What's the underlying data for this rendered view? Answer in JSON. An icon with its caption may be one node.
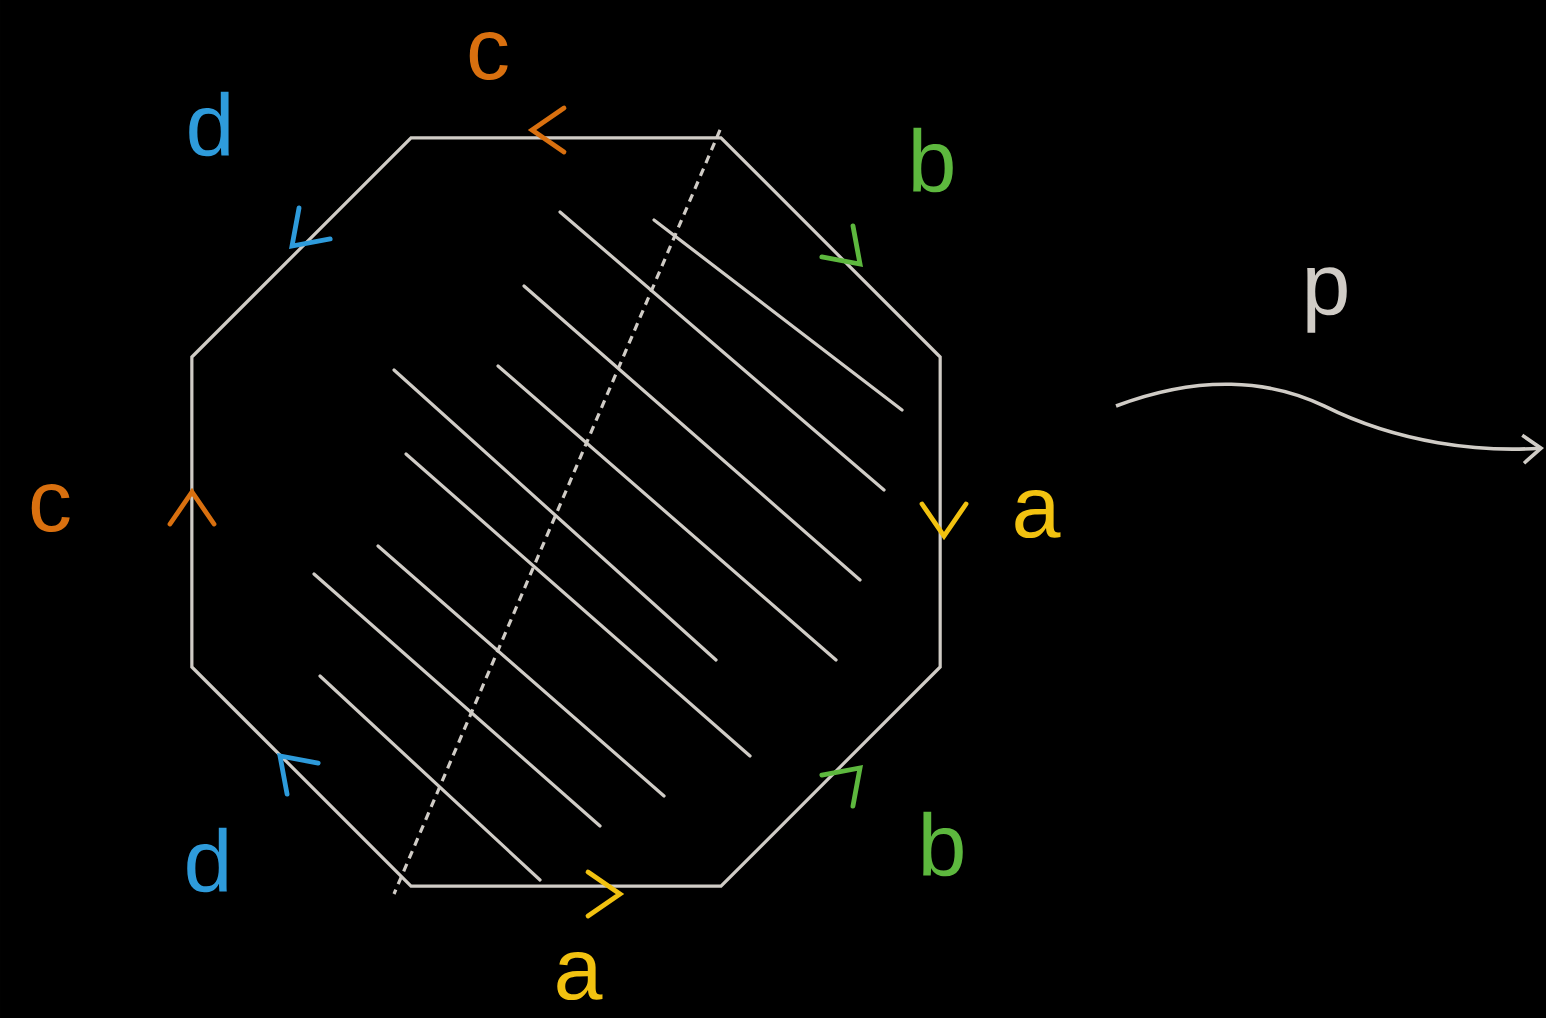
{
  "diagram": {
    "nodes": [
      {
        "text": [],
        "shape": "octagon"
      }
    ],
    "labels": [
      "c",
      "d",
      "b",
      "c",
      "a",
      "d",
      "b",
      "a",
      "p"
    ]
  }
}
